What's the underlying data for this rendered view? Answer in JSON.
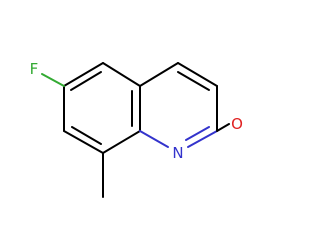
{
  "molecule": {
    "atoms": {
      "fluorine": "F",
      "nitrogen": "N",
      "oxygen": "O"
    },
    "colors": {
      "bond": "#000000",
      "fluorine": "#33aa33",
      "nitrogen": "#3333cc",
      "oxygen": "#e02020",
      "background": "#ffffff"
    }
  }
}
